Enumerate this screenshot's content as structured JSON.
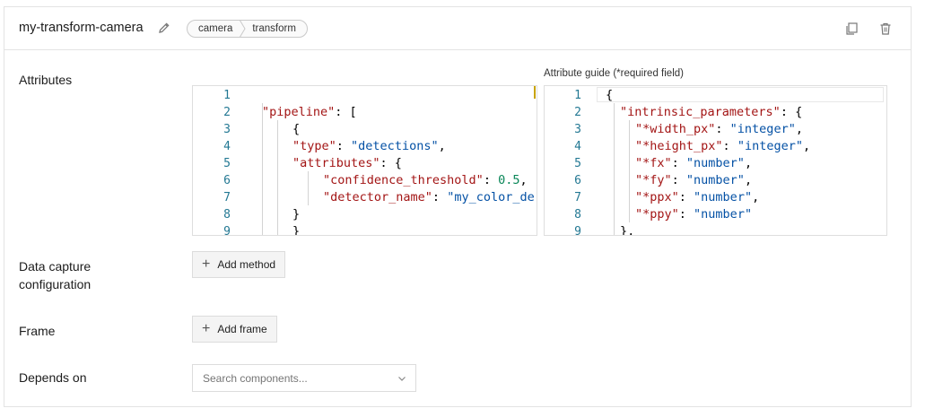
{
  "header": {
    "title": "my-transform-camera",
    "breadcrumb": [
      "camera",
      "transform"
    ]
  },
  "labels": {
    "attributes": "Attributes",
    "guide": "Attribute guide (*required field)",
    "data_capture_1": "Data capture",
    "data_capture_2": "configuration",
    "frame": "Frame",
    "depends_on": "Depends on"
  },
  "buttons": {
    "add_method": "Add method",
    "add_frame": "Add frame"
  },
  "search": {
    "placeholder": "Search components..."
  },
  "attributes_editor": {
    "line_numbers": [
      "1",
      "2",
      "3",
      "4",
      "5",
      "6",
      "7",
      "8",
      "9"
    ],
    "lines": [
      [],
      [
        [
          "k",
          "\"pipeline\""
        ],
        [
          "p",
          ": ["
        ]
      ],
      [
        [
          "p",
          "{"
        ]
      ],
      [
        [
          "k",
          "\"type\""
        ],
        [
          "p",
          ": "
        ],
        [
          "s",
          "\"detections\""
        ],
        [
          "p",
          ","
        ]
      ],
      [
        [
          "k",
          "\"attributes\""
        ],
        [
          "p",
          ": {"
        ]
      ],
      [
        [
          "k",
          "\"confidence_threshold\""
        ],
        [
          "p",
          ": "
        ],
        [
          "n",
          "0.5"
        ],
        [
          "p",
          ","
        ]
      ],
      [
        [
          "k",
          "\"detector_name\""
        ],
        [
          "p",
          ": "
        ],
        [
          "s",
          "\"my_color_de"
        ]
      ],
      [
        [
          "p",
          "}"
        ]
      ],
      [
        [
          "p",
          "}"
        ]
      ]
    ]
  },
  "guide_editor": {
    "line_numbers": [
      "1",
      "2",
      "3",
      "4",
      "5",
      "6",
      "7",
      "8",
      "9"
    ],
    "lines": [
      [
        [
          "p",
          "{"
        ]
      ],
      [
        [
          "k",
          "\"intrinsic_parameters\""
        ],
        [
          "p",
          ": {"
        ]
      ],
      [
        [
          "k",
          "\"*width_px\""
        ],
        [
          "p",
          ": "
        ],
        [
          "s",
          "\"integer\""
        ],
        [
          "p",
          ","
        ]
      ],
      [
        [
          "k",
          "\"*height_px\""
        ],
        [
          "p",
          ": "
        ],
        [
          "s",
          "\"integer\""
        ],
        [
          "p",
          ","
        ]
      ],
      [
        [
          "k",
          "\"*fx\""
        ],
        [
          "p",
          ": "
        ],
        [
          "s",
          "\"number\""
        ],
        [
          "p",
          ","
        ]
      ],
      [
        [
          "k",
          "\"*fy\""
        ],
        [
          "p",
          ": "
        ],
        [
          "s",
          "\"number\""
        ],
        [
          "p",
          ","
        ]
      ],
      [
        [
          "k",
          "\"*ppx\""
        ],
        [
          "p",
          ": "
        ],
        [
          "s",
          "\"number\""
        ],
        [
          "p",
          ","
        ]
      ],
      [
        [
          "k",
          "\"*ppy\""
        ],
        [
          "p",
          ": "
        ],
        [
          "s",
          "\"number\""
        ]
      ],
      [
        [
          "p",
          "},"
        ]
      ]
    ]
  },
  "icons": [
    "pencil-icon",
    "duplicate-icon",
    "trash-icon",
    "plus-icon",
    "chevron-down-icon"
  ]
}
